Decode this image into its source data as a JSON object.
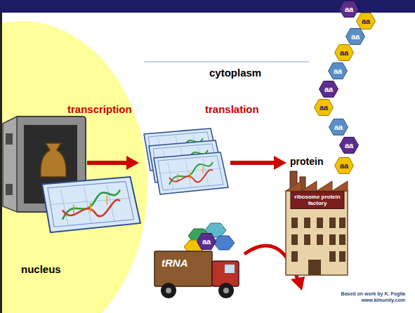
{
  "diagram": {
    "nodes": [
      {
        "text": [
          "nucleus"
        ]
      },
      {
        "text": [
          "ribosome protein factory"
        ]
      },
      {
        "text": [
          "tRNA"
        ]
      },
      {
        "text": [
          "aa"
        ]
      },
      {
        "text": [
          "aa"
        ]
      },
      {
        "text": [
          "aa"
        ]
      },
      {
        "text": [
          "aa"
        ]
      },
      {
        "text": [
          "aa"
        ]
      },
      {
        "text": [
          "aa"
        ]
      },
      {
        "text": [
          "aa"
        ]
      },
      {
        "text": [
          "aa"
        ]
      },
      {
        "text": [
          "aa"
        ]
      },
      {
        "text": [
          "aa"
        ]
      },
      {
        "text": [
          "aa"
        ]
      }
    ],
    "labels": [
      "cytoplasm",
      "transcription",
      "translation",
      "protein",
      "Based on work by K. Foglia",
      "www.kimunity.com"
    ]
  }
}
